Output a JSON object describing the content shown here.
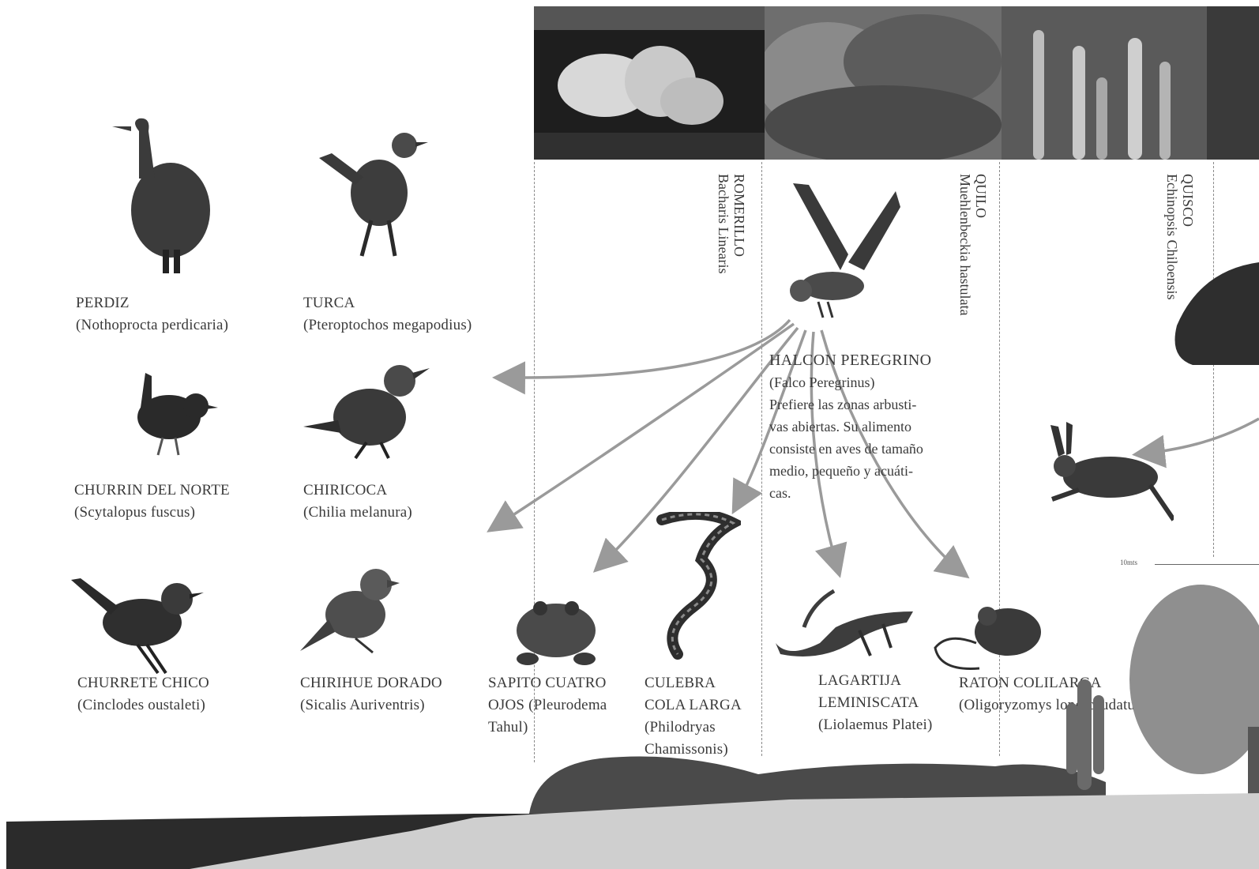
{
  "plants": [
    {
      "name": "ROMERILLO",
      "sci": "Bacharis Linearis"
    },
    {
      "name": "QUILO",
      "sci": "Muehlenbeckia hastulata"
    },
    {
      "name": "QUISCO",
      "sci": "Echinopsis Chiloensis"
    }
  ],
  "animals": {
    "perdiz": {
      "name": "PERDIZ",
      "sci": "(Nothoprocta perdicaria)"
    },
    "turca": {
      "name": "TURCA",
      "sci": "(Pteroptochos megapodius)"
    },
    "churrin": {
      "name": "CHURRIN DEL NORTE",
      "sci": "(Scytalopus fuscus)"
    },
    "chiricoca": {
      "name": "CHIRICOCA",
      "sci": "(Chilia melanura)"
    },
    "churrete": {
      "name": "CHURRETE CHICO",
      "sci": "(Cinclodes oustaleti)"
    },
    "chirihue": {
      "name": "CHIRIHUE DORADO",
      "sci": "(Sicalis Auriventris)"
    },
    "sapito": {
      "line1": "SAPITO CUATRO",
      "line2": "OJOS (Pleurodema",
      "line3": "Tahul)"
    },
    "culebra": {
      "line1": "CULEBRA",
      "line2": "COLA LARGA",
      "line3": "(Philodryas",
      "line4": "Chamissonis)"
    },
    "lagartija": {
      "line1": "LAGARTIJA",
      "line2": "LEMINISCATA",
      "line3": "(Liolaemus Platei)"
    },
    "raton": {
      "name": "RATON COLILARGA",
      "sci": "(Oligoryzomys longicaudatus)"
    }
  },
  "falcon": {
    "name": "HALCON PEREGRINO",
    "sci": "(Falco Peregrinus)",
    "desc1": "Prefiere las zonas arbusti-",
    "desc2": "vas abiertas. Su alimento",
    "desc3": "consiste en aves de tamaño",
    "desc4": "medio, pequeño y acuáti-",
    "desc5": "cas."
  },
  "scale_label": "10mts",
  "colors": {
    "arrow": "#9a9a9a",
    "ink": "#3a3a3a",
    "silhouette": "#2a2a2a"
  }
}
